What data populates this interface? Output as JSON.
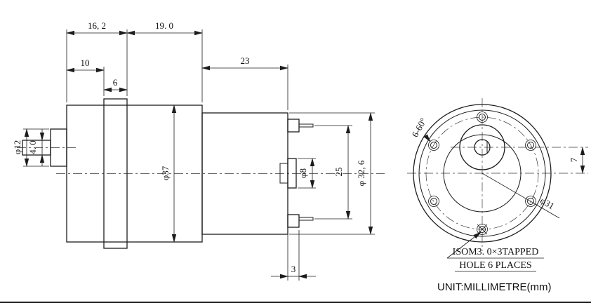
{
  "page": {
    "background": "#ffffff",
    "line_color": "#1c1c1c"
  },
  "side_view": {
    "labels": {
      "front_section_width": "16, 2",
      "gear_section_width": "19. 0",
      "face_to_flange": "10",
      "flange_thickness": "6",
      "motor_length": "23",
      "output_boss_diameter": "φ12",
      "shaft_diameter": "4. 0",
      "gearbox_diameter": "φ37",
      "rear_boss_diameter": "φ8",
      "terminal_spacing": "25",
      "motor_diameter": "φ 32, 6",
      "terminal_size": "3"
    }
  },
  "front_view": {
    "labels": {
      "hole_angle": "6-60°",
      "shaft_offset": "7",
      "bolt_circle_diameter": "φ31"
    },
    "tapped_hole_note_line1": "ISOM3. 0×3TAPPED",
    "tapped_hole_note_line2": "HOLE 6 PLACES"
  },
  "footer": {
    "unit_note": "UNIT:MILLIMETRE(mm)"
  }
}
